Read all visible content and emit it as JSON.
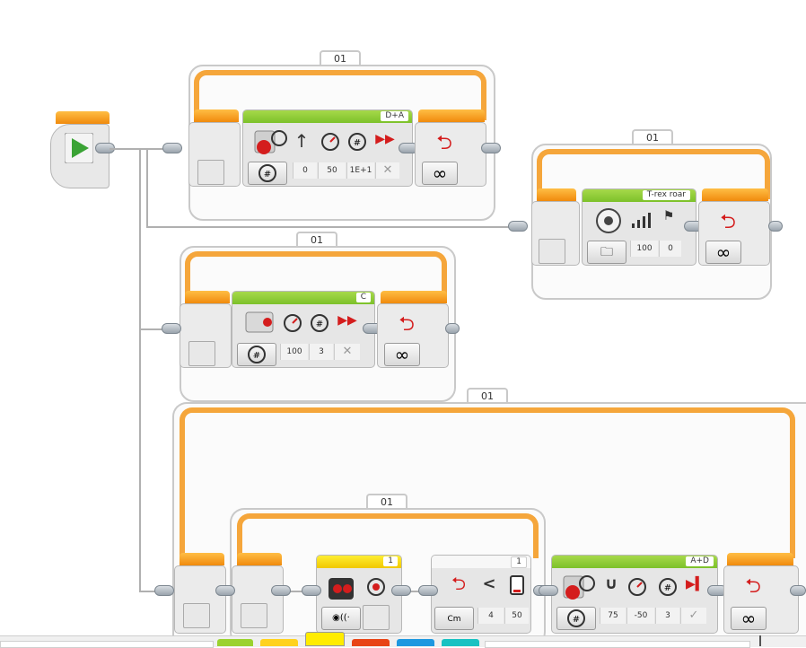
{
  "start_block": {
    "icon": "play-icon"
  },
  "loops": {
    "loop1": {
      "label": "01",
      "mode_icon": "infinity-icon",
      "mode_text": "∞"
    },
    "loop2": {
      "label": "01",
      "mode_icon": "infinity-icon",
      "mode_text": "∞"
    },
    "loop3": {
      "label": "01",
      "mode_icon": "infinity-icon",
      "mode_text": "∞"
    },
    "loop4": {
      "label": "01",
      "mode_icon": "infinity-icon",
      "mode_text": "∞"
    },
    "loop5": {
      "label": "01"
    }
  },
  "blocks": {
    "steering": {
      "ports": "D+A",
      "values": [
        "0",
        "50",
        "1E+1"
      ],
      "icons": [
        "steering-motor-icon",
        "arrow-up-icon",
        "speed-dial-icon",
        "count-icon",
        "brake-icon"
      ]
    },
    "sound": {
      "file": "T-rex roar",
      "values": [
        "100",
        "0"
      ],
      "icons": [
        "speaker-icon",
        "volume-icon",
        "finish-flag-icon",
        "folder-icon"
      ]
    },
    "medium_motor": {
      "port": "C",
      "values": [
        "100",
        "3"
      ],
      "icons": [
        "medium-motor-icon",
        "speed-dial-icon",
        "count-icon",
        "brake-icon"
      ]
    },
    "ir_wait": {
      "port": "1",
      "icons": [
        "ir-sensor-icon",
        "beacon-icon"
      ]
    },
    "ir_switch": {
      "port": "1",
      "values": [
        "4",
        "50"
      ],
      "unit": "Cm",
      "compare": "<"
    },
    "tank": {
      "ports": "A+D",
      "values": [
        "75",
        "-50",
        "3"
      ],
      "icons": [
        "tank-motor-icon",
        "u-turn-icon",
        "speed-dial-icon",
        "count-icon",
        "brake-icon"
      ]
    }
  },
  "palette": {
    "colors": [
      "#9bd22f",
      "#ffd21e",
      "#ffec00",
      "#e84517",
      "#1e98e0",
      "#19c2c2"
    ]
  }
}
